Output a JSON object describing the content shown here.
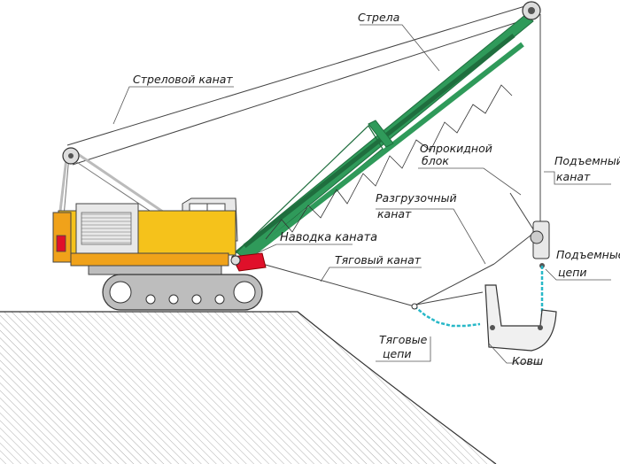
{
  "labels": {
    "boom": "Стрела",
    "boom_rope": "Стреловой канат",
    "tipping_block_1": "Опрокидной",
    "tipping_block_2": "блок",
    "hoist_rope_1": "Подъемный",
    "hoist_rope_2": "канат",
    "dump_rope_1": "Разгрузочный",
    "dump_rope_2": "канат",
    "fairlead": "Наводка каната",
    "drag_rope": "Тяговый канат",
    "hoist_chains_1": "Подъемные",
    "hoist_chains_2": "цепи",
    "drag_chains_1": "Тяговые",
    "drag_chains_2": "цепи",
    "bucket": "Ковш"
  },
  "colors": {
    "boom_green": "#2f9a5a",
    "boom_green_dark": "#1f6e3e",
    "body_yellow": "#f5c21b",
    "body_orange": "#f0a21a",
    "fairlead_red": "#e0102a",
    "chain_cyan": "#28b8c8",
    "cab_gray": "#e8e8e8",
    "track_gray": "#bdbdbd",
    "ground_hatch": "#8a8a8a"
  }
}
